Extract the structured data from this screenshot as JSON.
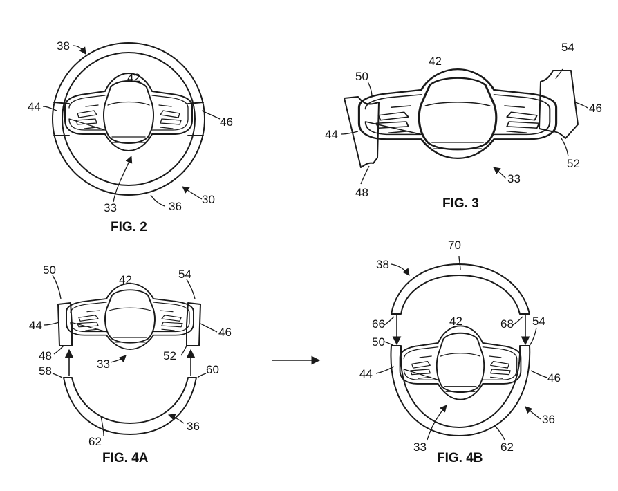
{
  "figures": {
    "fig2": {
      "caption": "FIG. 2",
      "refs": {
        "r38": "38",
        "r42": "42",
        "r44": "44",
        "r46": "46",
        "r33": "33",
        "r36": "36",
        "r30": "30"
      }
    },
    "fig3": {
      "caption": "FIG. 3",
      "refs": {
        "r42": "42",
        "r50": "50",
        "r54": "54",
        "r44": "44",
        "r46": "46",
        "r48": "48",
        "r33": "33",
        "r52": "52"
      }
    },
    "fig4a": {
      "caption": "FIG. 4A",
      "refs": {
        "r50": "50",
        "r42": "42",
        "r54": "54",
        "r44": "44",
        "r46": "46",
        "r48": "48",
        "r52": "52",
        "r33": "33",
        "r58": "58",
        "r60": "60",
        "r36": "36",
        "r62": "62"
      }
    },
    "fig4b": {
      "caption": "FIG. 4B",
      "refs": {
        "r70": "70",
        "r38": "38",
        "r42": "42",
        "r66": "66",
        "r68": "68",
        "r54": "54",
        "r50": "50",
        "r44": "44",
        "r46": "46",
        "r36": "36",
        "r33": "33",
        "r62": "62"
      }
    }
  },
  "stroke_color": "#1a1a1a"
}
